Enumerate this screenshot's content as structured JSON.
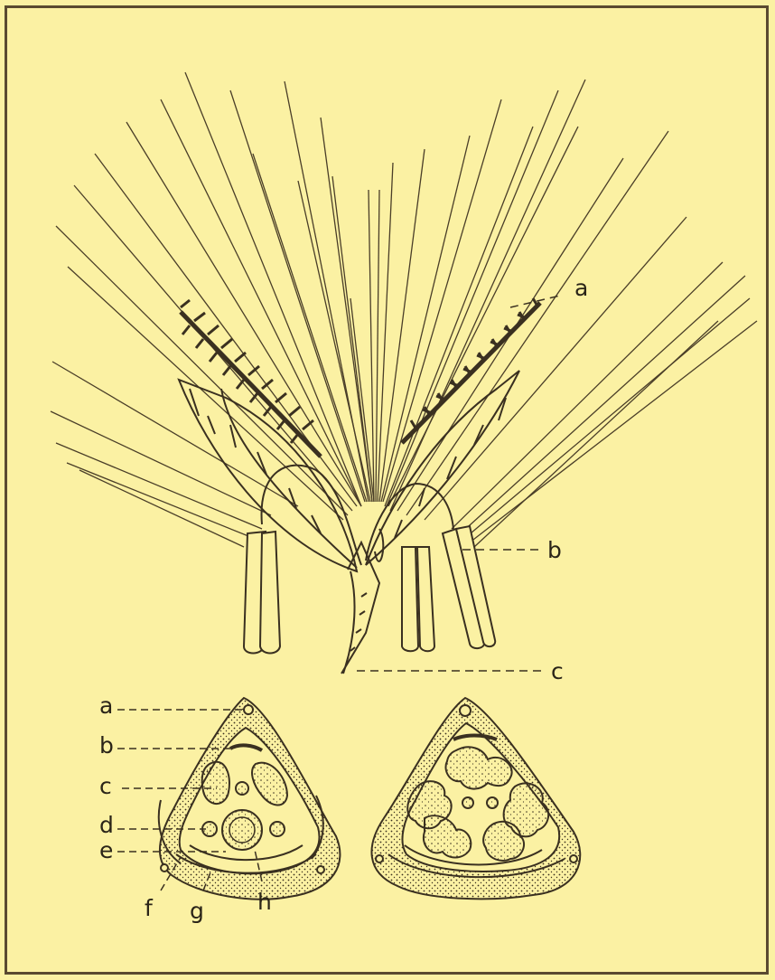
{
  "diagram": {
    "labels": {
      "flower_a": "a",
      "flower_b": "b",
      "flower_c": "c",
      "section_a": "a",
      "section_b": "b",
      "section_c": "c",
      "section_d": "d",
      "section_e": "e",
      "section_f": "f",
      "section_g": "g",
      "section_h": "h"
    },
    "colors": {
      "background": "#fbf1a3",
      "ink": "#3a3020",
      "frame": "#5a4a30"
    }
  }
}
